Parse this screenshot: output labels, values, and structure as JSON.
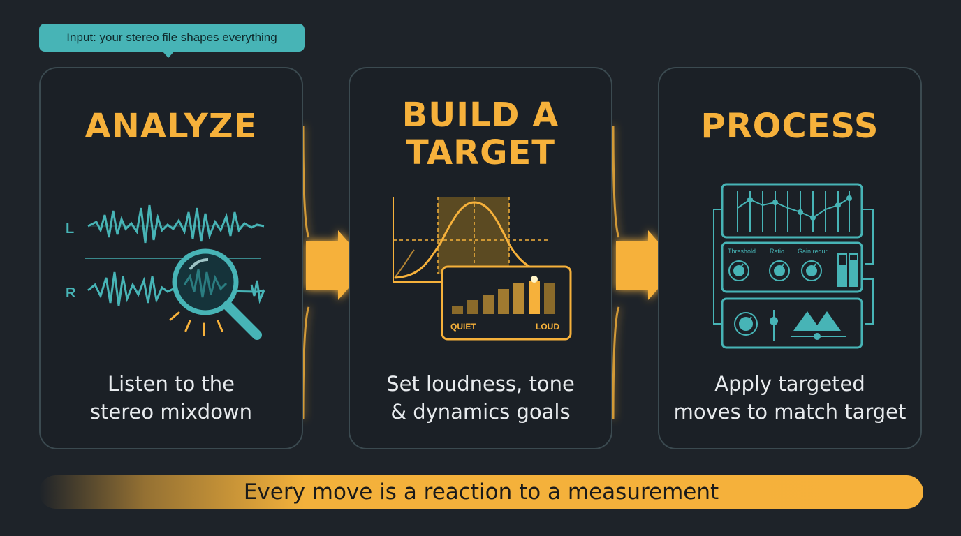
{
  "input_note": "Input: your stereo file shapes everything",
  "steps": [
    {
      "title_lines": [
        "ANALYZE"
      ],
      "desc_lines": [
        "Listen to the",
        "stereo mixdown"
      ],
      "channel_left": "L",
      "channel_right": "R"
    },
    {
      "title_lines": [
        "BUILD A",
        "TARGET"
      ],
      "desc_lines": [
        "Set loudness, tone",
        "& dynamics goals"
      ],
      "meter_low_label": "QUIET",
      "meter_high_label": "LOUD"
    },
    {
      "title_lines": [
        "PROCESS"
      ],
      "desc_lines": [
        "Apply targeted",
        "moves to match target"
      ],
      "knob_labels": [
        "Threshold",
        "Ratio",
        "Gain redur"
      ]
    }
  ],
  "footer": "Every move is a reaction to a measurement",
  "colors": {
    "accent": "#f6b13b",
    "teal": "#47b4b6",
    "background": "#1e2329",
    "card_border": "#3b4a50"
  }
}
